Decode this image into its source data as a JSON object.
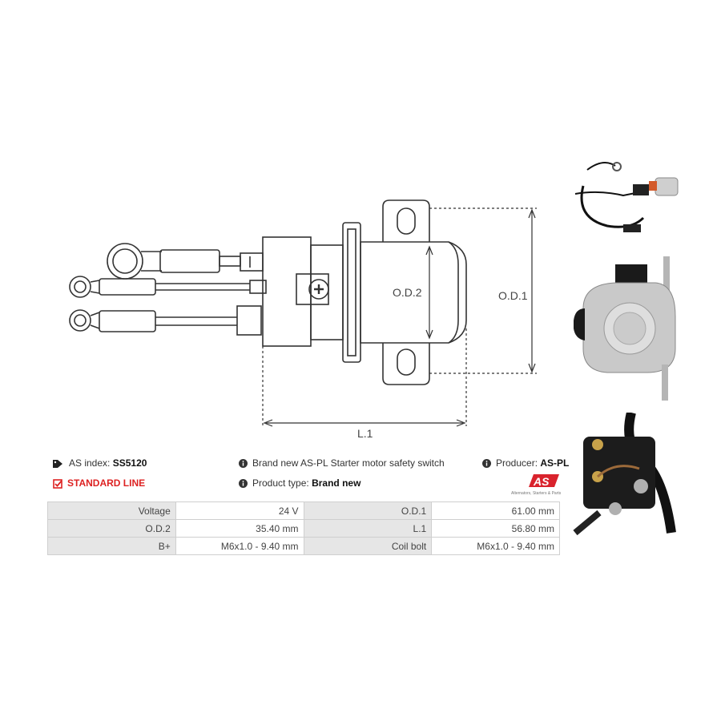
{
  "drawing": {
    "od1_label": "O.D.1",
    "od2_label": "O.D.2",
    "l1_label": "L.1"
  },
  "info": {
    "as_index_label": "AS index:",
    "as_index_value": "SS5120",
    "line_label": "STANDARD LINE",
    "description": "Brand new AS-PL Starter motor safety switch",
    "product_type_label": "Product type:",
    "product_type_value": "Brand new",
    "producer_label": "Producer:",
    "producer_value": "AS-PL"
  },
  "logo": {
    "text": "AS",
    "tagline": "Alternators, Starters & Parts",
    "color": "#d9232d"
  },
  "specs": [
    {
      "k1": "Voltage",
      "v1": "24 V",
      "k2": "O.D.1",
      "v2": "61.00 mm"
    },
    {
      "k1": "O.D.2",
      "v1": "35.40 mm",
      "k2": "L.1",
      "v2": "56.80 mm"
    },
    {
      "k1": "B+",
      "v1": "M6x1.0 - 9.40 mm",
      "k2": "Coil bolt",
      "v2": "M6x1.0 - 9.40 mm"
    }
  ],
  "icons": {
    "tag": "tag-icon",
    "check": "checkbox-icon",
    "info": "info-icon"
  }
}
